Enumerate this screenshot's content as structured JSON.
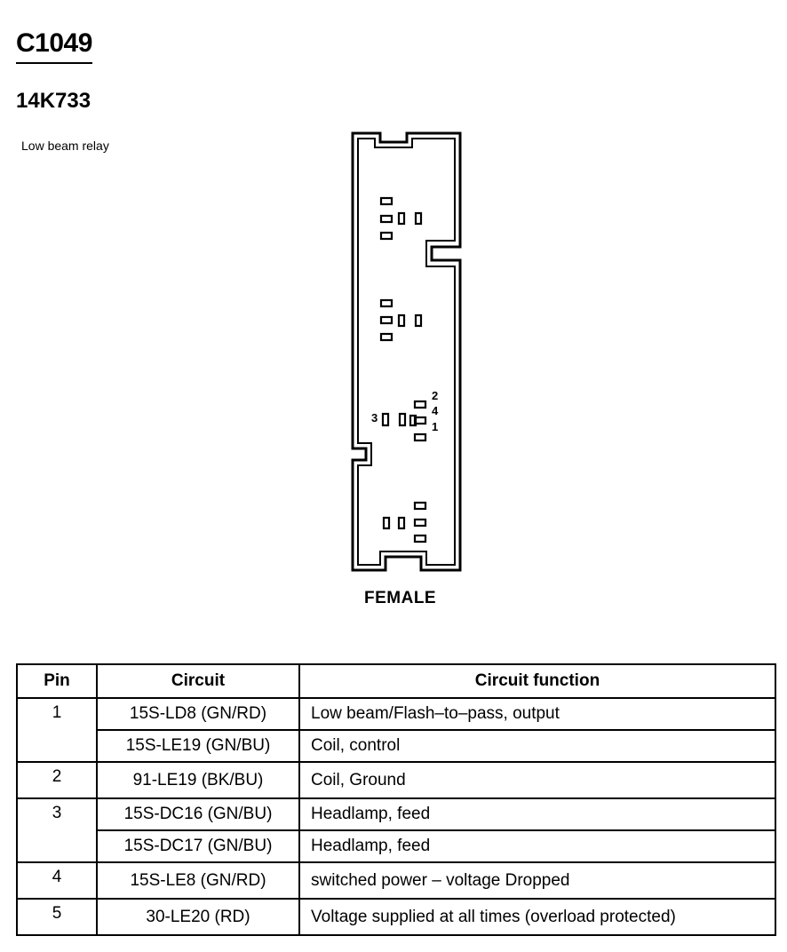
{
  "header": {
    "connector_id": "C1049",
    "part_number": "14K733",
    "description": "Low beam relay"
  },
  "connector": {
    "gender": "FEMALE",
    "pin_labels": {
      "pin1": "1",
      "pin2": "2",
      "pin3": "3",
      "pin4": "4"
    }
  },
  "table": {
    "headers": {
      "pin": "Pin",
      "circuit": "Circuit",
      "function": "Circuit function"
    },
    "rows": [
      {
        "pin": "1",
        "circuit": "15S-LD8 (GN/RD)",
        "function": "Low beam/Flash–to–pass, output"
      },
      {
        "pin": "",
        "circuit": "15S-LE19 (GN/BU)",
        "function": "Coil, control"
      },
      {
        "pin": "2",
        "circuit": "91-LE19 (BK/BU)",
        "function": "Coil, Ground"
      },
      {
        "pin": "3",
        "circuit": "15S-DC16 (GN/BU)",
        "function": "Headlamp, feed"
      },
      {
        "pin": "",
        "circuit": "15S-DC17 (GN/BU)",
        "function": "Headlamp, feed"
      },
      {
        "pin": "4",
        "circuit": "15S-LE8 (GN/RD)",
        "function": "switched power – voltage Dropped"
      },
      {
        "pin": "5",
        "circuit": "30-LE20 (RD)",
        "function": "Voltage supplied at all times (overload protected)"
      }
    ]
  }
}
